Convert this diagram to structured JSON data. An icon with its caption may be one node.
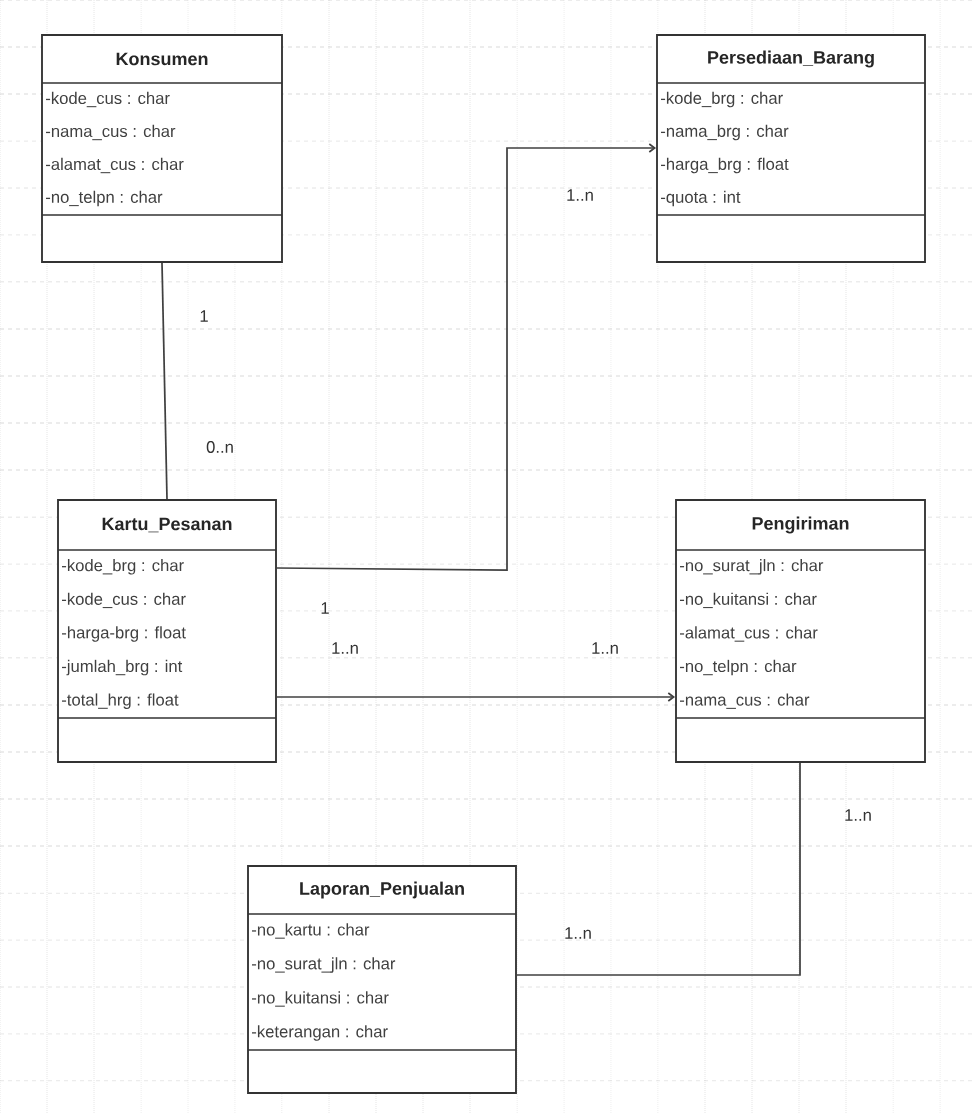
{
  "diagram": {
    "nodes": [
      {
        "text": [
          "Konsumen",
          "-kode_cus : char",
          "-nama_cus : char",
          "-alamat_cus : char",
          "-no_telpn : char"
        ]
      },
      {
        "text": [
          "Persediaan_Barang",
          "-kode_brg : char",
          "-nama_brg : char",
          "-harga_brg : float",
          "-quota : int"
        ]
      },
      {
        "text": [
          "Kartu_Pesanan",
          "-kode_brg : char",
          "-kode_cus : char",
          "-harga-brg : float",
          "-jumlah_brg : int",
          "-total_hrg : float"
        ]
      },
      {
        "text": [
          "Pengiriman",
          "-no_surat_jln : char",
          "-no_kuitansi : char",
          "-alamat_cus : char",
          "-no_telpn : char",
          "-nama_cus : char"
        ]
      },
      {
        "text": [
          "Laporan_Penjualan",
          "-no_kartu : char",
          "-no_surat_jln : char",
          "-no_kuitansi : char",
          "-keterangan : char"
        ]
      }
    ],
    "edges": [
      {
        "from": 0,
        "to": 2,
        "arrow": "none"
      },
      {
        "from": 2,
        "to": 1,
        "arrow": "to"
      },
      {
        "from": 2,
        "to": 3,
        "arrow": "to"
      },
      {
        "from": 3,
        "to": 4,
        "arrow": "none"
      }
    ],
    "labels": [
      "1..n",
      "1",
      "0..n",
      "1",
      "1..n",
      "1..n",
      "1..n",
      "1..n"
    ]
  }
}
